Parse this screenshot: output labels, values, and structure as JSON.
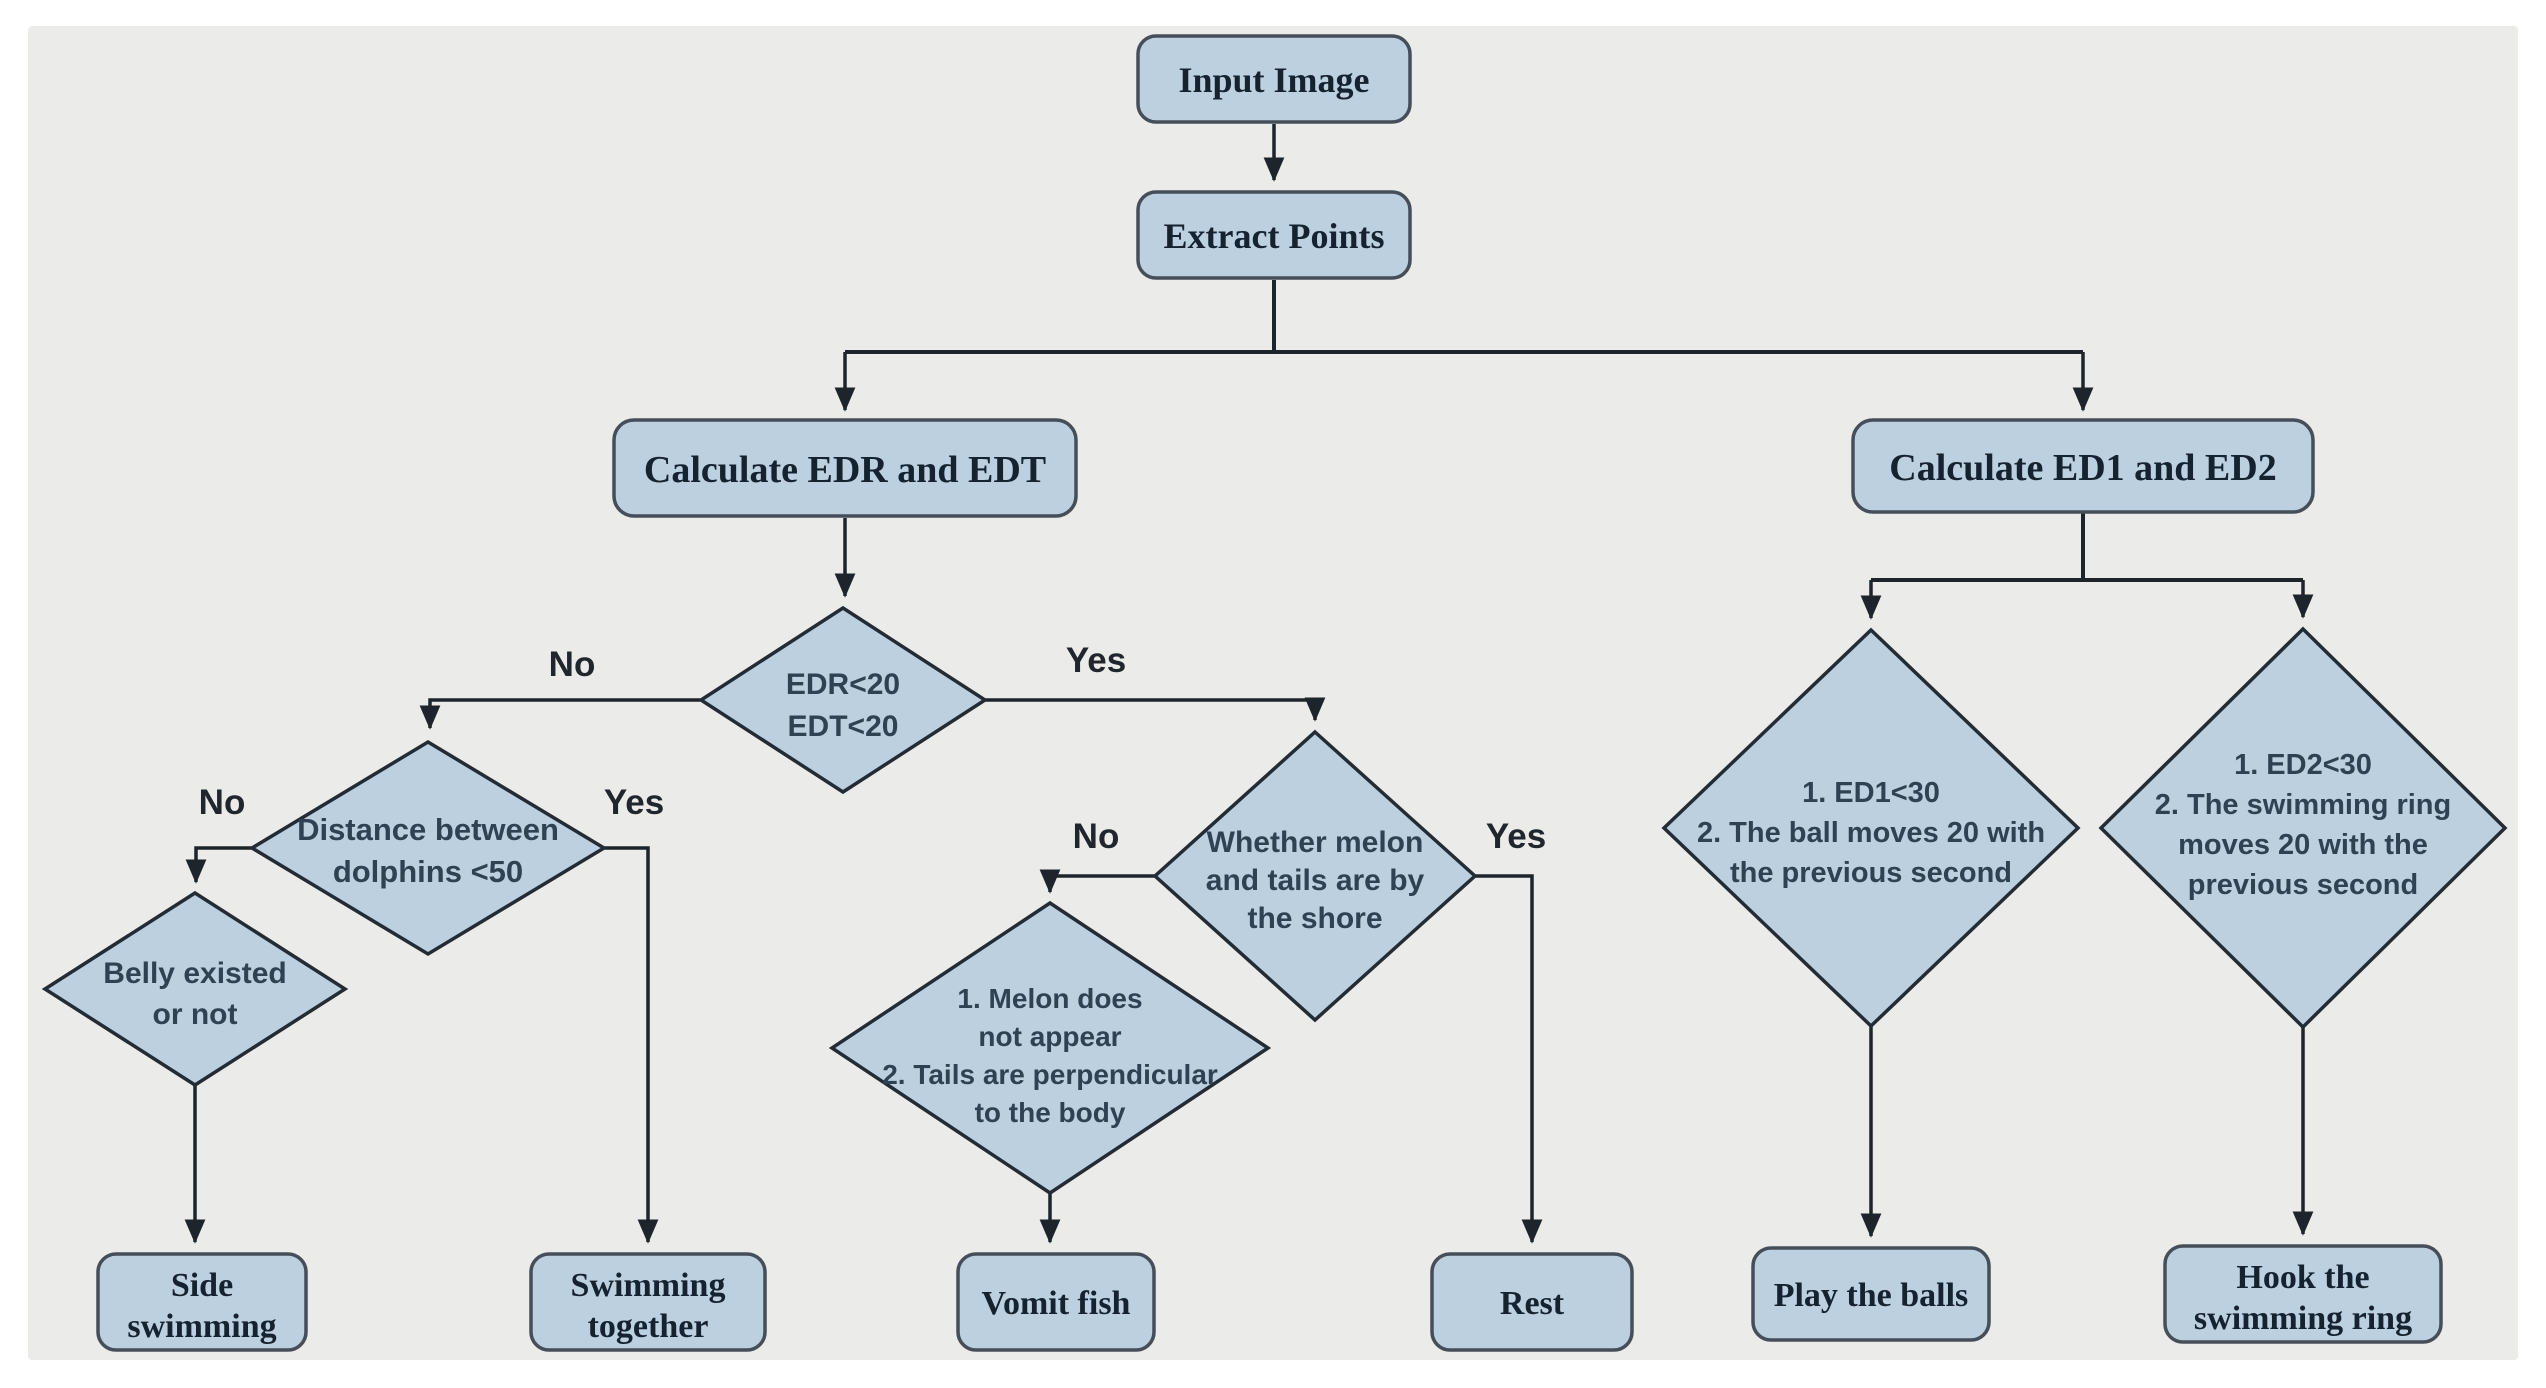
{
  "figure": {
    "title": "Dolphin behavior decision flowchart",
    "background": "#ffffff",
    "panel_color": "#ebebe9",
    "node_fill": "#bcd0df",
    "node_border": "#454e59",
    "edge_color": "#1d242b",
    "box_text_color": "#15222f",
    "diamond_text_color": "#2e4254"
  },
  "nodes": {
    "input_image": {
      "label": "Input Image"
    },
    "extract_points": {
      "label": "Extract Points"
    },
    "calc_edr_edt": {
      "label": "Calculate EDR and EDT"
    },
    "calc_ed1_ed2": {
      "label": "Calculate ED1 and ED2"
    },
    "edr_edt": {
      "lines": [
        "EDR<20",
        "EDT<20"
      ]
    },
    "distance": {
      "lines": [
        "Distance between",
        "dolphins <50"
      ]
    },
    "belly": {
      "lines": [
        "Belly existed",
        "or not"
      ]
    },
    "shore": {
      "lines": [
        "Whether melon",
        "and tails are by",
        "the shore"
      ]
    },
    "melon_tails": {
      "lines": [
        "1. Melon does",
        "not appear",
        "2. Tails are perpendicular",
        "to the body"
      ]
    },
    "ed1": {
      "lines": [
        "1. ED1<30",
        "2. The ball moves 20 with",
        "the previous second"
      ]
    },
    "ed2": {
      "lines": [
        "1. ED2<30",
        "2. The swimming ring",
        "moves 20 with the",
        "previous second"
      ]
    },
    "side_swimming": {
      "lines": [
        "Side",
        "swimming"
      ]
    },
    "swimming_together": {
      "lines": [
        "Swimming",
        "together"
      ]
    },
    "vomit_fish": {
      "label": "Vomit fish"
    },
    "rest": {
      "label": "Rest"
    },
    "play_balls": {
      "label": "Play the balls"
    },
    "hook_ring": {
      "lines": [
        "Hook the",
        "swimming ring"
      ]
    }
  },
  "edge_labels": {
    "edr_no": "No",
    "edr_yes": "Yes",
    "distance_no": "No",
    "distance_yes": "Yes",
    "shore_no": "No",
    "shore_yes": "Yes"
  }
}
